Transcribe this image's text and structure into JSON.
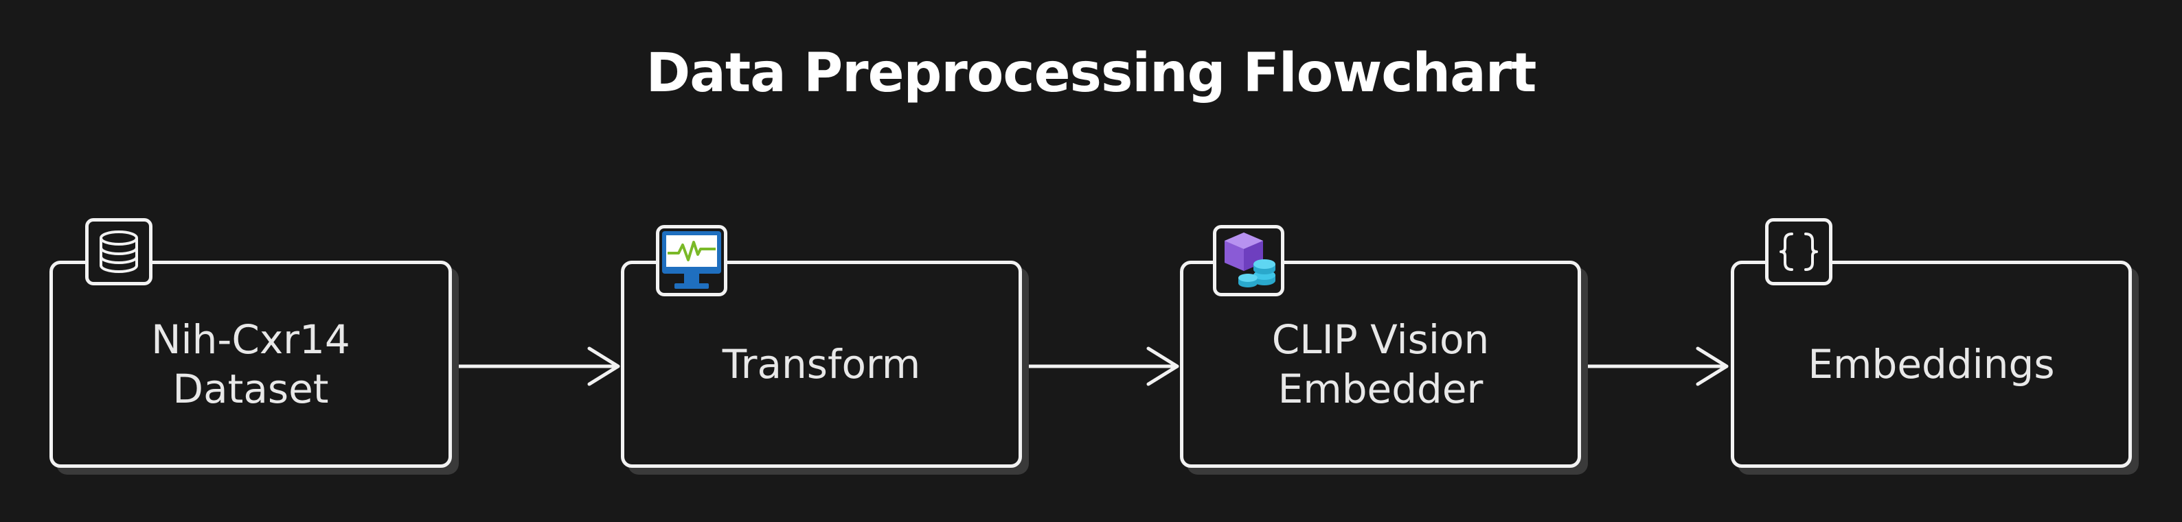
{
  "diagram": {
    "title": "Data Preprocessing Flowchart",
    "nodes": [
      {
        "id": "dataset",
        "label": "Nih-Cxr14\nDataset",
        "icon": "database-icon"
      },
      {
        "id": "transform",
        "label": "Transform",
        "icon": "monitor-activity-icon"
      },
      {
        "id": "embedder",
        "label": "CLIP Vision\nEmbedder",
        "icon": "cube-coins-icon"
      },
      {
        "id": "embeddings",
        "label": "Embeddings",
        "icon": "curly-braces-icon"
      }
    ],
    "edges": [
      {
        "from": "dataset",
        "to": "transform"
      },
      {
        "from": "transform",
        "to": "embedder"
      },
      {
        "from": "embedder",
        "to": "embeddings"
      }
    ],
    "colors": {
      "background": "#181818",
      "stroke": "#f2f2f2",
      "shadow": "#3a3a3a",
      "monitor_screen": "#ffffff",
      "monitor_frame": "#1f6fbf",
      "pulse": "#7ab928",
      "cube": "#9b6be0",
      "coins": "#3fc6e8"
    }
  }
}
